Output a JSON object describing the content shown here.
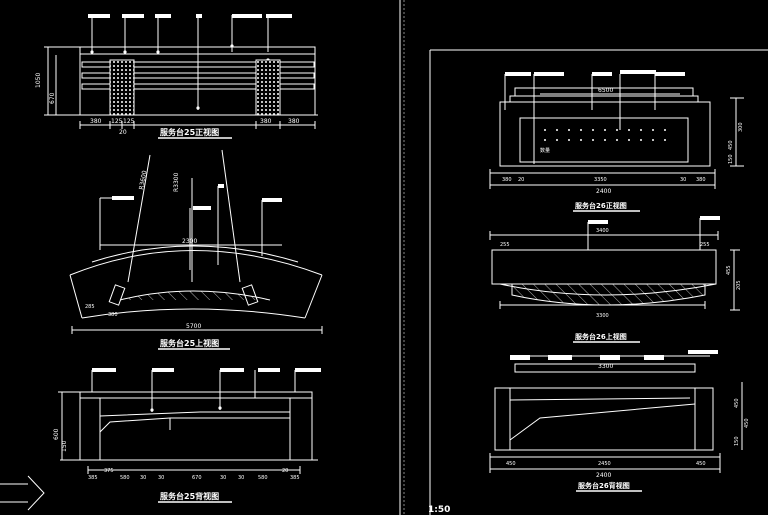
{
  "scale_label": "1:50",
  "left": {
    "front_view": {
      "title": "服务台25正视图",
      "dims_bottom": [
        "380",
        "125",
        "125",
        "380",
        "380"
      ],
      "dims_left": [
        "1050",
        "670"
      ],
      "dim_sub": "20"
    },
    "top_view": {
      "title": "服务台25上视图",
      "dims": [
        "2300",
        "5700"
      ],
      "radii": [
        "R3600",
        "R3300"
      ],
      "small_dims": [
        "285",
        "380"
      ]
    },
    "back_view": {
      "title": "服务台25背视图",
      "dims_bottom": [
        "385",
        "375",
        "580",
        "30",
        "30",
        "670",
        "30",
        "30",
        "580",
        "20",
        "385"
      ],
      "dims_left": [
        "600",
        "150"
      ]
    }
  },
  "right": {
    "front_view": {
      "title": "服务台26正视图",
      "dims_top": [
        "6500"
      ],
      "dims_bottom": [
        "380",
        "20",
        "3350",
        "30",
        "380"
      ],
      "dim_total": "2400",
      "dims_right": [
        "300",
        "450",
        "150"
      ],
      "inner_label": "数量"
    },
    "top_view": {
      "title": "服务台26上视图",
      "dims_top": [
        "255",
        "3400",
        "255"
      ],
      "dim_bottom": "3300",
      "dims_right": [
        "455",
        "205"
      ]
    },
    "back_view": {
      "title": "服务台26背视图",
      "dims_top": [
        "3300"
      ],
      "dims_bottom": [
        "450",
        "2450",
        "450"
      ],
      "dim_total": "2400",
      "dims_right": [
        "450",
        "450",
        "150"
      ]
    }
  }
}
